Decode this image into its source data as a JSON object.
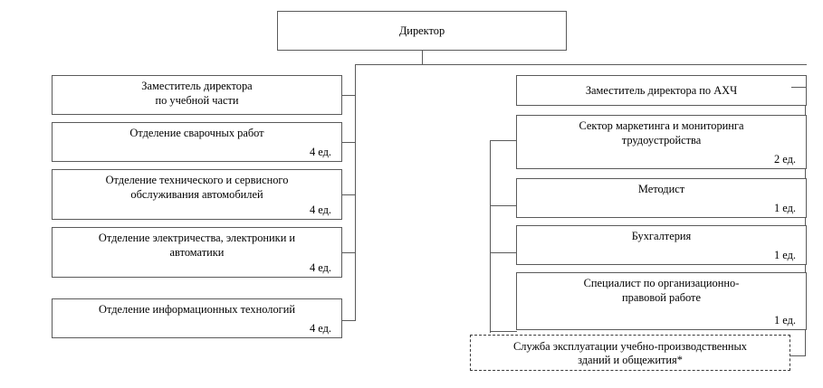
{
  "diagram": {
    "type": "org-chart",
    "title_node": {
      "label": "Директор"
    },
    "left_branch": {
      "head": {
        "label": "Заместитель директора\nпо учебной части",
        "units": ""
      },
      "nodes": [
        {
          "label": "Отделение сварочных работ",
          "units": "4 ед."
        },
        {
          "label": "Отделение технического и сервисного\nобслуживания автомобилей",
          "units": "4 ед."
        },
        {
          "label": "Отделение электричества, электроники и\nавтоматики",
          "units": "4 ед."
        },
        {
          "label": "Отделение информационных технологий",
          "units": "4 ед."
        }
      ]
    },
    "right_branch": {
      "head": {
        "label": "Заместитель директора по АХЧ",
        "units": ""
      },
      "nodes": [
        {
          "label": "Сектор маркетинга и мониторинга\nтрудоустройства",
          "units": "2 ед."
        },
        {
          "label": "Методист",
          "units": "1 ед."
        },
        {
          "label": "Бухгалтерия",
          "units": "1 ед."
        },
        {
          "label": "Специалист по организационно-\nправовой работе",
          "units": "1 ед."
        }
      ],
      "dashed_node": {
        "label": "Служба эксплуатации учебно-производственных\nзданий и общежития*",
        "units": ""
      }
    },
    "colors": {
      "box_border": "#5a5a5a",
      "dashed_border": "#3a3a3a",
      "connector": "#5a5a5a",
      "background": "#ffffff",
      "text": "#000000"
    }
  }
}
